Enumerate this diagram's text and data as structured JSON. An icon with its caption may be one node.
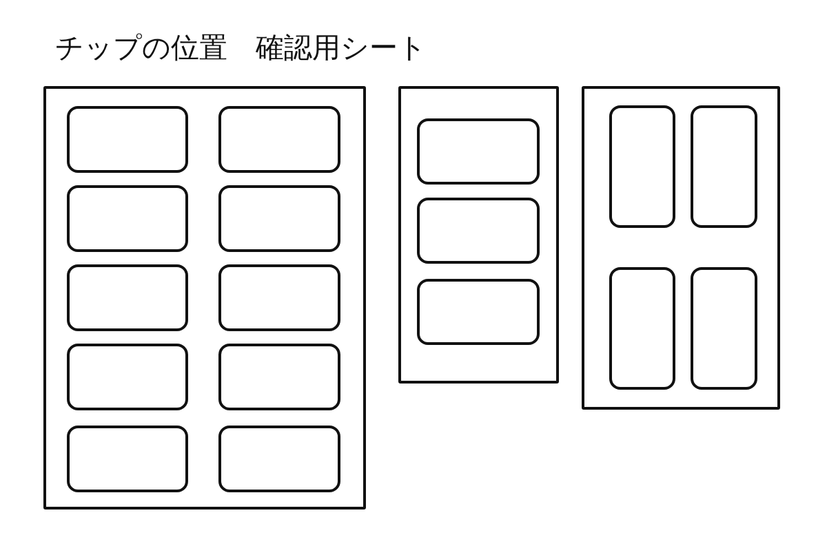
{
  "diagram": {
    "title": "チップの位置　確認用シート",
    "nodes": [
      {
        "text": [],
        "shape": "box"
      },
      {
        "text": [],
        "shape": "box",
        "in": 0
      },
      {
        "text": [],
        "shape": "box",
        "in": 0
      },
      {
        "text": [],
        "shape": "box",
        "in": 0
      },
      {
        "text": [],
        "shape": "box",
        "in": 0
      },
      {
        "text": [],
        "shape": "box",
        "in": 0
      },
      {
        "text": [],
        "shape": "box",
        "in": 0
      },
      {
        "text": [],
        "shape": "box",
        "in": 0
      },
      {
        "text": [],
        "shape": "box",
        "in": 0
      },
      {
        "text": [],
        "shape": "box",
        "in": 0
      },
      {
        "text": [],
        "shape": "box",
        "in": 0
      },
      {
        "text": [],
        "shape": "box"
      },
      {
        "text": [],
        "shape": "box",
        "in": 11
      },
      {
        "text": [],
        "shape": "box",
        "in": 11
      },
      {
        "text": [],
        "shape": "box",
        "in": 11
      },
      {
        "text": [],
        "shape": "box"
      },
      {
        "text": [],
        "shape": "box",
        "in": 15
      },
      {
        "text": [],
        "shape": "box",
        "in": 15
      },
      {
        "text": [],
        "shape": "box",
        "in": 15
      },
      {
        "text": [],
        "shape": "box",
        "in": 15
      }
    ]
  }
}
